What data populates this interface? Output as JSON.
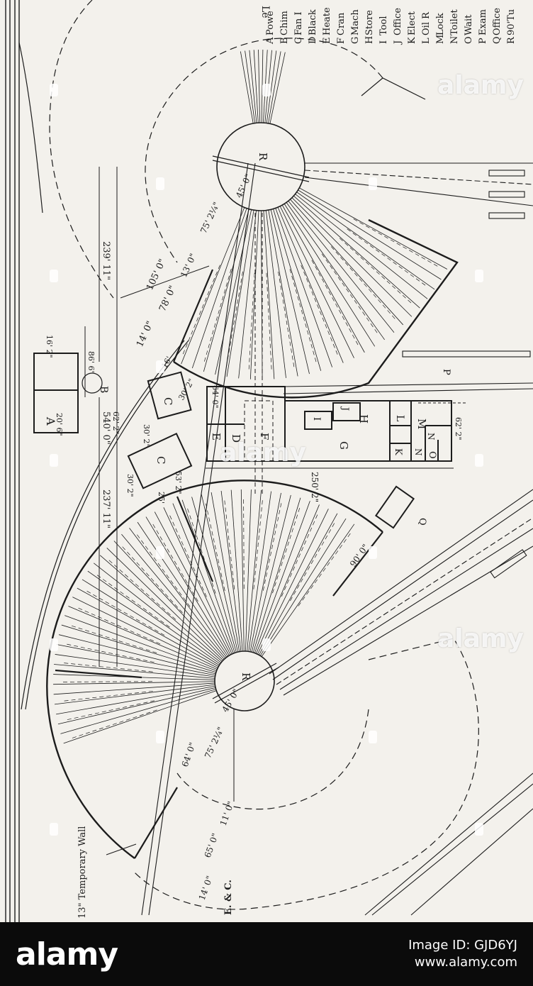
{
  "legend": {
    "heading": "Le",
    "items": [
      {
        "key": "A",
        "text": "Powe"
      },
      {
        "key": "B",
        "text": "Chim"
      },
      {
        "key": "C",
        "text": "Fan I"
      },
      {
        "key": "D",
        "text": "Black"
      },
      {
        "key": "E",
        "text": "Heate"
      },
      {
        "key": "F",
        "text": "Cran"
      },
      {
        "key": "G",
        "text": "Mach"
      },
      {
        "key": "H",
        "text": "Store"
      },
      {
        "key": "I",
        "text": "Tool"
      },
      {
        "key": "J",
        "text": "Office"
      },
      {
        "key": "K",
        "text": "Elect"
      },
      {
        "key": "L",
        "text": "Oil R"
      },
      {
        "key": "M",
        "text": "Lock"
      },
      {
        "key": "N",
        "text": "Toilet"
      },
      {
        "key": "O",
        "text": "Wait"
      },
      {
        "key": "P",
        "text": "Exam"
      },
      {
        "key": "Q",
        "text": "Office"
      },
      {
        "key": "R",
        "text": "90'Tu"
      }
    ]
  },
  "dimensions": {
    "d_239_11": "239' 11\"",
    "d_237_11": "237' 11\"",
    "d_540_0": "540' 0\"",
    "d_105_0": "105' 0\"",
    "d_78_0": "78' 0\"",
    "d_14_0_top": "14' 0\"",
    "d_13_0": "13' 0\"",
    "d_75_2_top": "75' 2¼\"",
    "d_45_0_top": "45' 0\"",
    "d_16_2": "16' 2\"",
    "d_86_6": "86' 6\"",
    "d_20_6": "20' 6\"",
    "d_62_2_left": "62' 2\"",
    "d_30_2_a": "30' 2\"",
    "d_30_2_b": "30' 2\"",
    "d_16": "16'",
    "d_64_0": "64' 0\"",
    "d_250_2": "250' 2\"",
    "d_62_2_right": "62' 2\"",
    "d_30_2_c": "30' 2\"",
    "d_53_2": "53' 2\"",
    "d_25": "25'",
    "d_90_0": "90' 0\"",
    "d_45_0_bottom": "45' 0\"",
    "d_75_2_bottom": "75' 2¼\"",
    "d_64_0_bottom": "64' 0\"",
    "d_11_0": "11' 0\"",
    "d_65_0": "65' 0\"",
    "d_14_0_bottom": "14' 0\""
  },
  "labels": {
    "temporary_wall": "13\" Temporary Wall",
    "credit": "E. & C.",
    "A": "A",
    "B": "B",
    "C1": "C",
    "C2": "C",
    "D": "D",
    "E": "E",
    "F": "F",
    "G": "G",
    "H": "H",
    "I": "I",
    "J": "J",
    "K": "K",
    "L": "L",
    "M": "M",
    "N1": "N",
    "N2": "N",
    "O": "O",
    "P": "P",
    "Q": "Q",
    "R1": "R",
    "R2": "R"
  },
  "watermark": {
    "text": "alamy"
  },
  "banner": {
    "logo_text": "alamy",
    "image_id": "Image ID: GJD6YJ",
    "url": "www.alamy.com"
  }
}
